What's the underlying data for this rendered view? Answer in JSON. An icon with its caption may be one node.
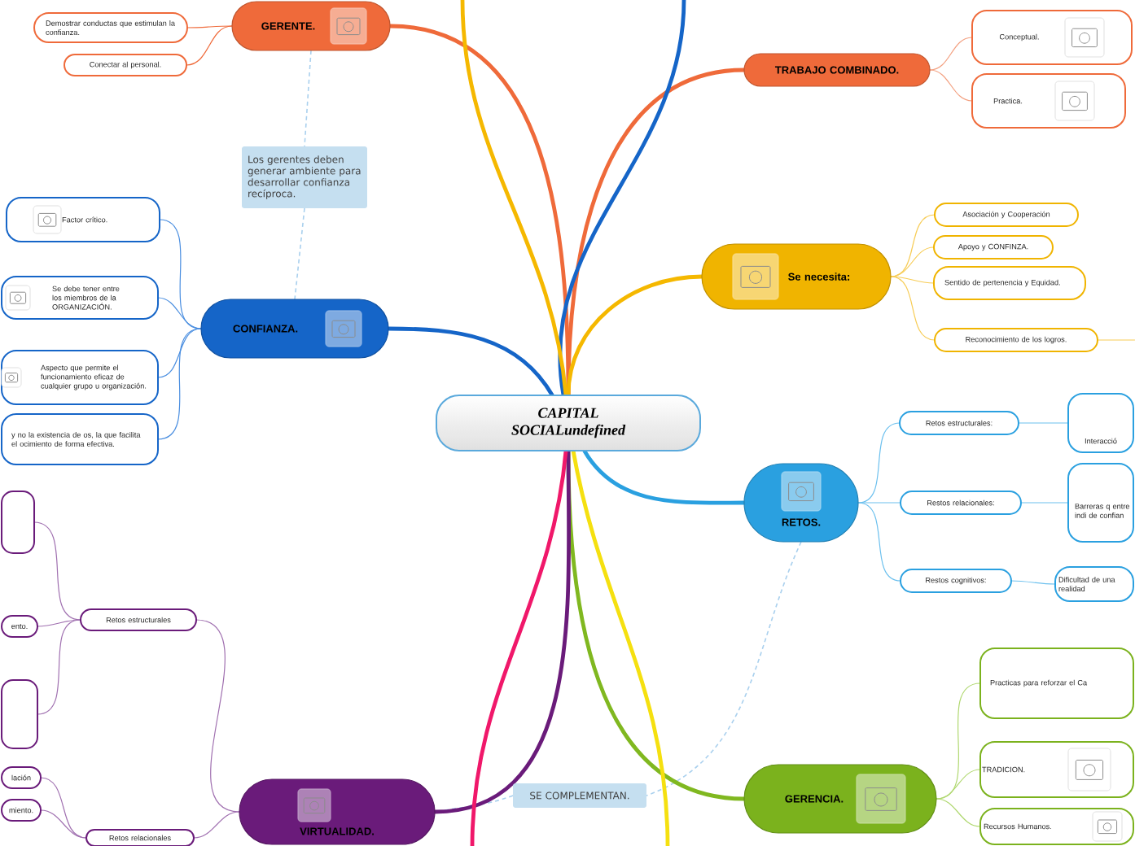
{
  "diagram": {
    "nodes": [
      {
        "text": [
          "CAPITAL SOCIALundefined"
        ]
      },
      {
        "text": [
          "GERENTE."
        ]
      },
      {
        "text": [
          "Demostrar conductas que estimulan la confianza."
        ]
      },
      {
        "text": [
          "Conectar al personal."
        ]
      },
      {
        "text": [
          "Los gerentes deben generar ambiente para desarrollar confianza recíproca."
        ]
      },
      {
        "text": [
          "CONFIANZA."
        ]
      },
      {
        "text": [
          "Factor crítico."
        ]
      },
      {
        "text": [
          "Se debe tener entre los miembros de la ORGANIZACIÓN."
        ]
      },
      {
        "text": [
          "Aspecto que permite el funcionamiento eficaz de cualquier grupo u organización."
        ]
      },
      {
        "text": [
          "y no la existencia de os, la que facilita el ocimiento de forma efectiva."
        ]
      },
      {
        "text": [
          "TRABAJO COMBINADO."
        ]
      },
      {
        "text": [
          "Conceptual."
        ]
      },
      {
        "text": [
          "Practica."
        ]
      },
      {
        "text": [
          "Se necesita:"
        ]
      },
      {
        "text": [
          "Asociación y Cooperación"
        ]
      },
      {
        "text": [
          "Apoyo y CONFINZA."
        ]
      },
      {
        "text": [
          "Sentido de pertenencia y Equidad."
        ]
      },
      {
        "text": [
          "Reconocimiento de los logros."
        ]
      },
      {
        "text": [
          "RETOS."
        ]
      },
      {
        "text": [
          "Retos estructurales:"
        ]
      },
      {
        "text": [
          "Restos relacionales:"
        ]
      },
      {
        "text": [
          "Restos cognitivos:"
        ]
      },
      {
        "text": [
          "Interacció"
        ]
      },
      {
        "text": [
          "Barreras q entre indi de confian"
        ]
      },
      {
        "text": [
          "Dificultad de una realidad"
        ]
      },
      {
        "text": [
          "SE COMPLEMENTAN."
        ]
      },
      {
        "text": [
          "GERENCIA."
        ]
      },
      {
        "text": [
          "Practicas para reforzar el Ca"
        ]
      },
      {
        "text": [
          "TRADICION."
        ]
      },
      {
        "text": [
          "Recursos Humanos."
        ]
      },
      {
        "text": [
          "VIRTUALIDAD."
        ]
      },
      {
        "text": [
          "Retos estructurales"
        ]
      },
      {
        "text": [
          "Retos relacionales"
        ]
      },
      {
        "text": [],
        "shape": "box"
      },
      {
        "text": [
          "ento."
        ]
      },
      {
        "text": [],
        "shape": "box"
      },
      {
        "text": [
          "lación"
        ]
      },
      {
        "text": [
          "miento."
        ]
      }
    ],
    "edges": [
      {
        "from": 0,
        "to": 1,
        "arrow": "none",
        "style": "thick",
        "color": "#ef6a3a"
      },
      {
        "from": 1,
        "to": 2,
        "arrow": "none",
        "color": "#ef6a3a"
      },
      {
        "from": 1,
        "to": 3,
        "arrow": "none",
        "color": "#ef6a3a"
      },
      {
        "from": 1,
        "to": 4,
        "arrow": "none",
        "style": "dashed",
        "color": "#a9d0ee"
      },
      {
        "from": 4,
        "to": 5,
        "arrow": "none",
        "style": "dashed",
        "color": "#a9d0ee"
      },
      {
        "from": 0,
        "to": 5,
        "arrow": "none",
        "style": "thick",
        "color": "#1565c8"
      },
      {
        "from": 5,
        "to": 6,
        "arrow": "none",
        "color": "#4a8ee0"
      },
      {
        "from": 5,
        "to": 7,
        "arrow": "none",
        "color": "#4a8ee0"
      },
      {
        "from": 5,
        "to": 8,
        "arrow": "none",
        "color": "#4a8ee0"
      },
      {
        "from": 5,
        "to": 9,
        "arrow": "none",
        "color": "#4a8ee0"
      },
      {
        "from": 0,
        "to": 10,
        "arrow": "none",
        "style": "thick",
        "color": "#ef6a3a"
      },
      {
        "from": 10,
        "to": 11,
        "arrow": "none",
        "color": "#f3a080"
      },
      {
        "from": 10,
        "to": 12,
        "arrow": "none",
        "color": "#f3a080"
      },
      {
        "from": 0,
        "to": 13,
        "arrow": "none",
        "style": "thick",
        "color": "#f5b800"
      },
      {
        "from": 13,
        "to": 14,
        "arrow": "none",
        "color": "#f7cc55"
      },
      {
        "from": 13,
        "to": 15,
        "arrow": "none",
        "color": "#f7cc55"
      },
      {
        "from": 13,
        "to": 16,
        "arrow": "none",
        "color": "#f7cc55"
      },
      {
        "from": 13,
        "to": 17,
        "arrow": "none",
        "color": "#f7cc55"
      },
      {
        "from": 17,
        "to": null,
        "arrow": "none",
        "color": "#f7cc55"
      },
      {
        "from": 0,
        "to": 18,
        "arrow": "none",
        "style": "thick",
        "color": "#2aa0e0"
      },
      {
        "from": 18,
        "to": 19,
        "arrow": "none",
        "color": "#6cc0ee"
      },
      {
        "from": 18,
        "to": 20,
        "arrow": "none",
        "color": "#6cc0ee"
      },
      {
        "from": 18,
        "to": 21,
        "arrow": "none",
        "color": "#6cc0ee"
      },
      {
        "from": 19,
        "to": 22,
        "arrow": "none",
        "color": "#6cc0ee"
      },
      {
        "from": 20,
        "to": 23,
        "arrow": "none",
        "color": "#6cc0ee"
      },
      {
        "from": 21,
        "to": 24,
        "arrow": "none",
        "color": "#6cc0ee"
      },
      {
        "from": 18,
        "to": 25,
        "arrow": "none",
        "style": "dashed",
        "color": "#a9d0ee"
      },
      {
        "from": 25,
        "to": 30,
        "arrow": "none",
        "style": "dashed",
        "color": "#a9d0ee"
      },
      {
        "from": 0,
        "to": 26,
        "arrow": "none",
        "style": "thick",
        "color": "#80b820"
      },
      {
        "from": 26,
        "to": 27,
        "arrow": "none",
        "color": "#b0d870"
      },
      {
        "from": 26,
        "to": 28,
        "arrow": "none",
        "color": "#b0d870"
      },
      {
        "from": 26,
        "to": 29,
        "arrow": "none",
        "color": "#b0d870"
      },
      {
        "from": 0,
        "to": 30,
        "arrow": "none",
        "style": "thick",
        "color": "#6a1b7a"
      },
      {
        "from": 30,
        "to": 31,
        "arrow": "none",
        "color": "#a070b0"
      },
      {
        "from": 30,
        "to": 32,
        "arrow": "none",
        "color": "#a070b0"
      },
      {
        "from": 31,
        "to": 33,
        "arrow": "none",
        "color": "#a070b0"
      },
      {
        "from": 31,
        "to": 34,
        "arrow": "none",
        "color": "#a070b0"
      },
      {
        "from": 31,
        "to": 35,
        "arrow": "none",
        "color": "#a070b0"
      },
      {
        "from": 32,
        "to": 36,
        "arrow": "none",
        "color": "#a070b0"
      },
      {
        "from": 32,
        "to": 37,
        "arrow": "none",
        "color": "#a070b0"
      },
      {
        "from": 0,
        "to": null,
        "arrow": "none",
        "style": "thick",
        "color": "#1565c8"
      },
      {
        "from": 0,
        "to": null,
        "arrow": "none",
        "style": "thick",
        "color": "#f5b800"
      },
      {
        "from": 0,
        "to": null,
        "arrow": "none",
        "style": "thick",
        "color": "#f0186a"
      },
      {
        "from": 0,
        "to": null,
        "arrow": "none",
        "style": "thick",
        "color": "#f5e010"
      }
    ]
  }
}
